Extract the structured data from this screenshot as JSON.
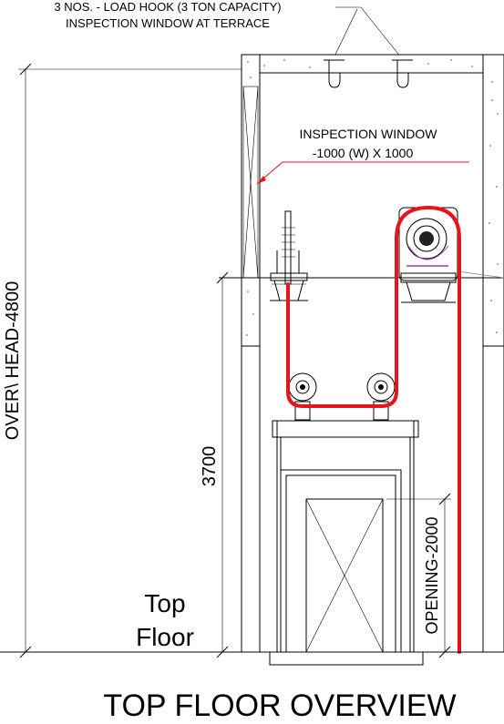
{
  "labels": {
    "load_hook_line1": "3 NOS. - LOAD HOOK (3 TON CAPACITY)",
    "load_hook_line2": "INSPECTION WINDOW AT TERRACE",
    "inspection_window_line1": "INSPECTION  WINDOW",
    "inspection_window_line2": "-1000  (W)  X  1000",
    "overhead": "OVER\\ HEAD-4800",
    "dim_3700": "3700",
    "opening": "OPENING-2000",
    "floor_line1": "Top",
    "floor_line2": "Floor",
    "title": "TOP FLOOR OVERVIEW"
  },
  "colors": {
    "rope": "#e8141b",
    "line": "#000000",
    "annotation_leader": "#e8141b",
    "sheave_accent": "#9b3fb3"
  }
}
